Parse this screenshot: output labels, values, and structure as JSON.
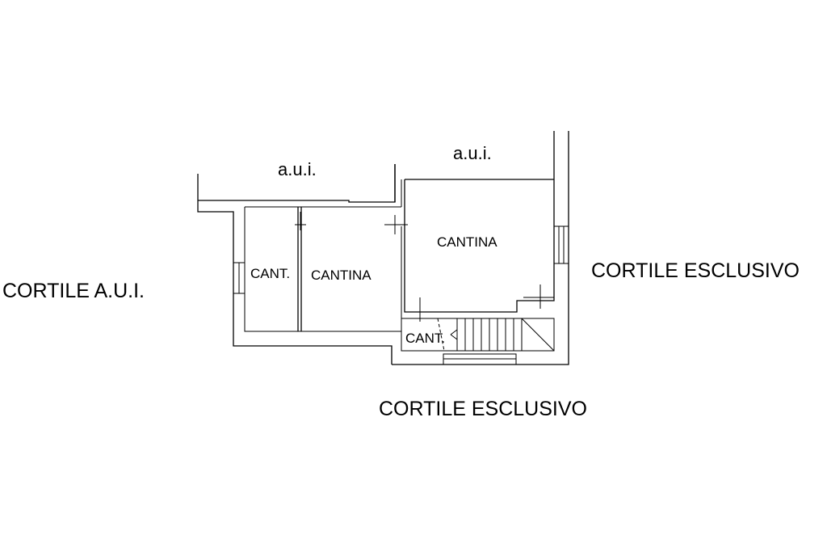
{
  "labels": {
    "aui_left": "a.u.i.",
    "aui_right": "a.u.i.",
    "cortile_aui": "CORTILE A.U.I.",
    "cortile_esclusivo_right": "CORTILE ESCLUSIVO",
    "cortile_esclusivo_bottom": "CORTILE ESCLUSIVO",
    "room_cant": "CANT.",
    "room_cantina_left": "CANTINA",
    "room_cantina_right": "CANTINA",
    "room_cant_small": "CANT."
  }
}
